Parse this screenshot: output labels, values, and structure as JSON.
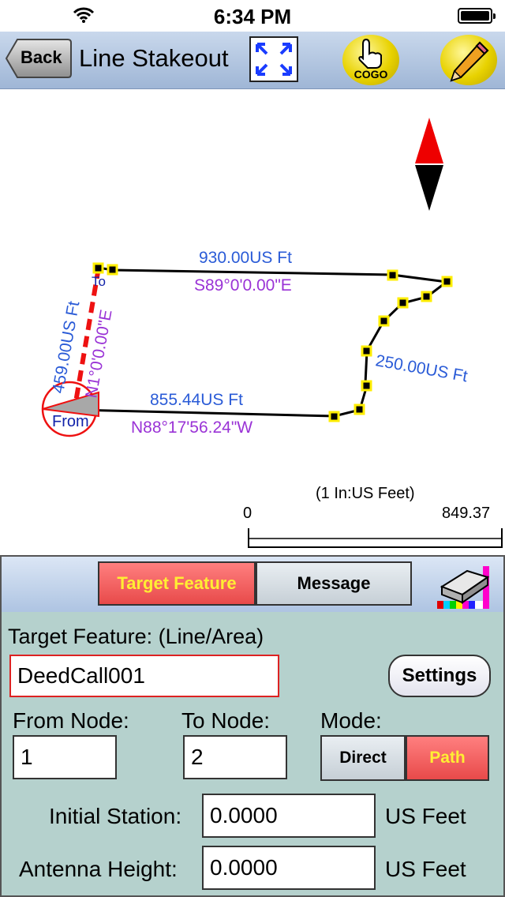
{
  "status_bar": {
    "time": "6:34 PM"
  },
  "nav": {
    "back_label": "Back",
    "title": "Line Stakeout",
    "cogo_label": "COGO"
  },
  "map": {
    "label_top_distance": "930.00US Ft",
    "label_top_bearing": "S89°0'0.00\"E",
    "label_left_distance": "459.00US Ft",
    "label_left_bearing": "N1°0'0.00\"E",
    "label_right_distance": "250.00US Ft",
    "label_bottom_distance": "855.44US Ft",
    "label_bottom_bearing": "N88°17'56.24\"W",
    "label_to": "To",
    "label_from": "From",
    "scale_caption": "(1 In:US Feet)",
    "scale_min": "0",
    "scale_max": "849.37"
  },
  "panel": {
    "tab_target_feature": "Target Feature",
    "tab_message": "Message",
    "target_feature_label": "Target Feature: (Line/Area)",
    "target_feature_value": "DeedCall001",
    "settings_label": "Settings",
    "from_node_label": "From Node:",
    "from_node_value": "1",
    "to_node_label": "To Node:",
    "to_node_value": "2",
    "mode_label": "Mode:",
    "mode_direct": "Direct",
    "mode_path": "Path",
    "mode_selected": "Path",
    "initial_station_label": "Initial Station:",
    "initial_station_value": "0.0000",
    "initial_station_unit": "US Feet",
    "antenna_height_label": "Antenna Height:",
    "antenna_height_value": "0.0000",
    "antenna_height_unit": "US Feet"
  },
  "colors": {
    "accent_red": "#e84a4a",
    "accent_yellow": "#ffee33",
    "distance_blue": "#2a5bd7",
    "bearing_purple": "#9a33d6"
  }
}
